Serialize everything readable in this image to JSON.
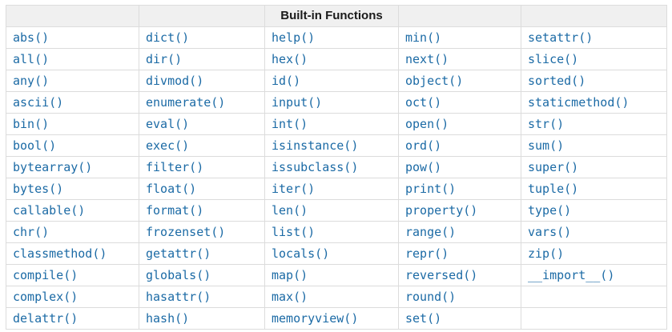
{
  "colors": {
    "link": "#1b6aa5",
    "header_bg": "#f0f0f0",
    "border": "#dcdcdc",
    "header_text": "#1a1a1a",
    "cell_bg": "#ffffff"
  },
  "table": {
    "header": "Built-in Functions",
    "rows": [
      [
        "abs()",
        "dict()",
        "help()",
        "min()",
        "setattr()"
      ],
      [
        "all()",
        "dir()",
        "hex()",
        "next()",
        "slice()"
      ],
      [
        "any()",
        "divmod()",
        "id()",
        "object()",
        "sorted()"
      ],
      [
        "ascii()",
        "enumerate()",
        "input()",
        "oct()",
        "staticmethod()"
      ],
      [
        "bin()",
        "eval()",
        "int()",
        "open()",
        "str()"
      ],
      [
        "bool()",
        "exec()",
        "isinstance()",
        "ord()",
        "sum()"
      ],
      [
        "bytearray()",
        "filter()",
        "issubclass()",
        "pow()",
        "super()"
      ],
      [
        "bytes()",
        "float()",
        "iter()",
        "print()",
        "tuple()"
      ],
      [
        "callable()",
        "format()",
        "len()",
        "property()",
        "type()"
      ],
      [
        "chr()",
        "frozenset()",
        "list()",
        "range()",
        "vars()"
      ],
      [
        "classmethod()",
        "getattr()",
        "locals()",
        "repr()",
        "zip()"
      ],
      [
        "compile()",
        "globals()",
        "map()",
        "reversed()",
        "__import__()"
      ],
      [
        "complex()",
        "hasattr()",
        "max()",
        "round()",
        ""
      ],
      [
        "delattr()",
        "hash()",
        "memoryview()",
        "set()",
        ""
      ]
    ]
  }
}
